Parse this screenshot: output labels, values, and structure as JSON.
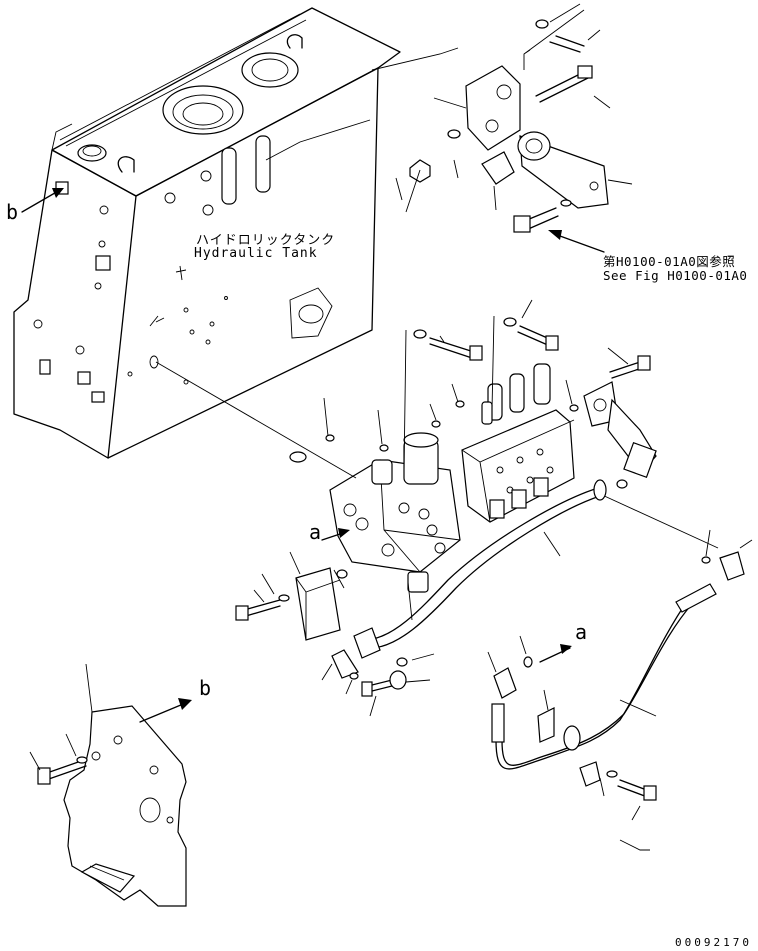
{
  "tank": {
    "label_jp": "ハイドロリックタンク",
    "label_en": "Hydraulic Tank"
  },
  "reference": {
    "label_jp": "第H0100-01A0図参照",
    "label_en": "See Fig H0100-01A0"
  },
  "markers": {
    "b_tank": "b",
    "a_valve": "a",
    "a_hose": "a",
    "b_plate": "b"
  },
  "drawing_code": "00092170"
}
